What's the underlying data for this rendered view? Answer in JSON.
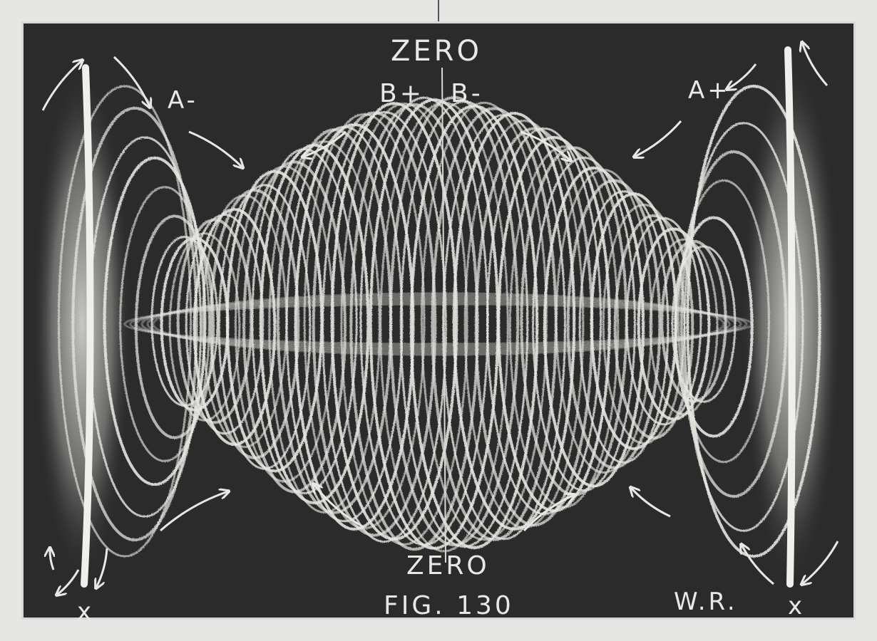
{
  "labels": {
    "zero_top": "ZERO",
    "b_plus": "B+",
    "b_minus": "B-",
    "a_minus": "A-",
    "a_plus": "A+",
    "zero_bottom": "ZERO",
    "figure": "FIG. 130",
    "initials": "W.R.",
    "x_left": "x",
    "x_right": "x"
  },
  "colors": {
    "board": "#2b2b2b",
    "chalk": "#e8e8e4",
    "frame": "#e6e6e4"
  }
}
